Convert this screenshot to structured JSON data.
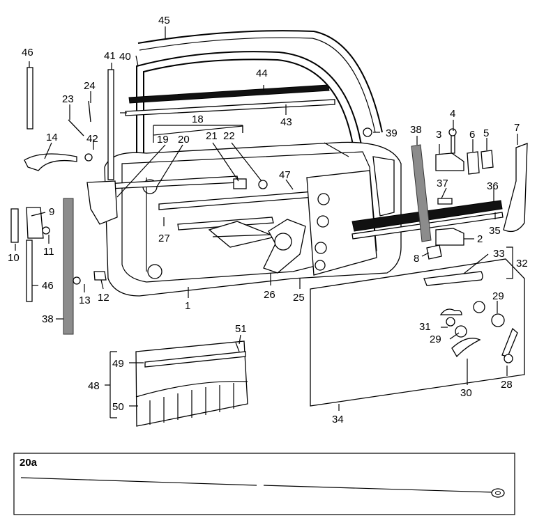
{
  "callouts": {
    "c1": "1",
    "c2": "2",
    "c3": "3",
    "c4": "4",
    "c5": "5",
    "c6": "6",
    "c7": "7",
    "c8": "8",
    "c9": "9",
    "c10": "10",
    "c11": "11",
    "c12": "12",
    "c13": "13",
    "c14": "14",
    "c18": "18",
    "c19": "19",
    "c20": "20",
    "c21": "21",
    "c22": "22",
    "c23": "23",
    "c24": "24",
    "c25": "25",
    "c26": "26",
    "c27": "27",
    "c28": "28",
    "c29a": "29",
    "c29b": "29",
    "c30": "30",
    "c31": "31",
    "c32": "32",
    "c33": "33",
    "c34": "34",
    "c35": "35",
    "c36": "36",
    "c37": "37",
    "c38a": "38",
    "c38b": "38",
    "c39": "39",
    "c40": "40",
    "c41": "41",
    "c42": "42",
    "c43": "43",
    "c44": "44",
    "c45": "45",
    "c46a": "46",
    "c46b": "46",
    "c47": "47",
    "c48": "48",
    "c49": "49",
    "c50": "50",
    "c51": "51"
  },
  "inset": {
    "label": "20a"
  }
}
